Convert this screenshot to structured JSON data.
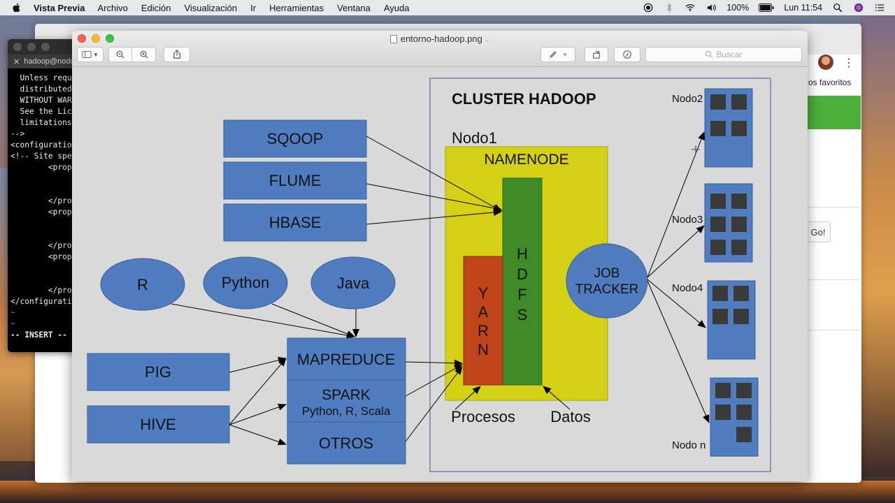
{
  "menubar": {
    "app_name": "Vista Previa",
    "items": [
      "Archivo",
      "Edición",
      "Visualización",
      "Ir",
      "Herramientas",
      "Ventana",
      "Ayuda"
    ],
    "battery": "100%",
    "clock": "Lun 11:54"
  },
  "terminal": {
    "tab_title": "hadoop@nodo",
    "lines": [
      "  Unless requ",
      "  distributed",
      "  WITHOUT WAR",
      "  See the Lic",
      "  limitations",
      "-->",
      "<configuratio",
      "<!-- Site spe",
      "        <prop",
      "",
      "",
      "        </pro",
      "        <prop",
      "",
      "",
      "        </pro",
      "        <prop",
      "",
      "",
      "        </pro",
      "</configurati"
    ],
    "tildes": [
      "~",
      "~"
    ],
    "mode": "-- INSERT --"
  },
  "chrome": {
    "bookmarks_text": "ros favoritos",
    "go_button": "Go!"
  },
  "preview": {
    "title": "entorno-hadoop.png",
    "search_placeholder": "Buscar"
  },
  "diagram": {
    "cluster_title": "CLUSTER HADOOP",
    "nodo1": "Nodo1",
    "namenode": "NAMENODE",
    "hdfs": "HDFS",
    "yarn": "YARN",
    "job_tracker_line1": "JOB",
    "job_tracker_line2": "TRACKER",
    "procesos": "Procesos",
    "datos": "Datos",
    "nodes": [
      "Nodo2",
      "Nodo3",
      "Nodo4",
      "Nodo n"
    ],
    "tools": [
      "SQOOP",
      "FLUME",
      "HBASE"
    ],
    "languages": [
      "R",
      "Python",
      "Java"
    ],
    "left_tools": [
      "PIG",
      "HIVE"
    ],
    "engines": {
      "mapreduce": "MAPREDUCE",
      "spark": "SPARK",
      "spark_sub": "Python, R, Scala",
      "otros": "OTROS"
    },
    "colors": {
      "box_blue": "#4f7dbf",
      "namenode_yellow": "#d4d015",
      "hdfs_green": "#3f8a26",
      "yarn_orange": "#c0441a",
      "cluster_border": "#7080a8",
      "window_gray": "#3a3a3a"
    }
  }
}
